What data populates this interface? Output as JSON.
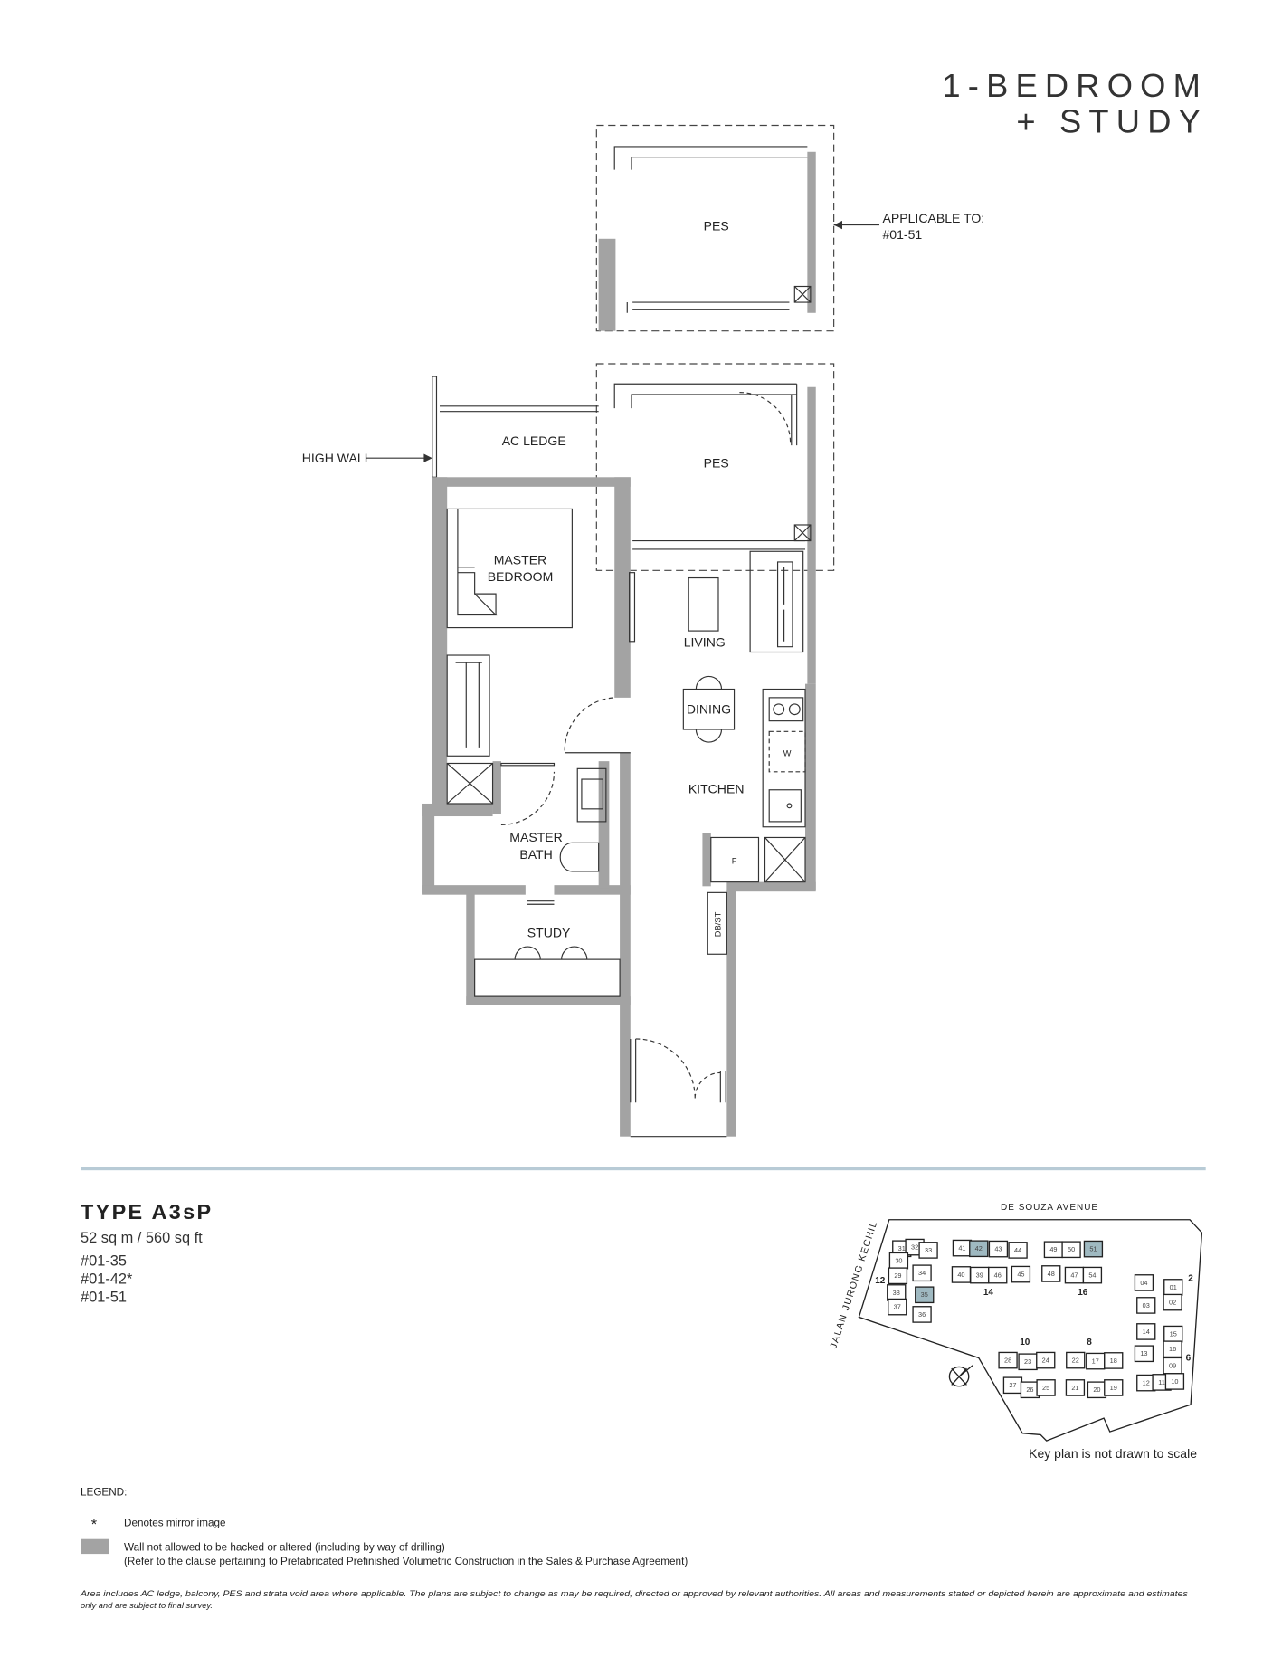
{
  "header": {
    "title_line1": "1-BEDROOM",
    "title_line2": "+ STUDY"
  },
  "plan": {
    "alt_pes_label": "PES",
    "applicable_label": "APPLICABLE TO:",
    "applicable_unit": "#01-51",
    "ac_ledge": "AC LEDGE",
    "high_wall": "HIGH WALL",
    "pes": "PES",
    "master_bedroom_1": "MASTER",
    "master_bedroom_2": "BEDROOM",
    "living": "LIVING",
    "dining": "DINING",
    "kitchen": "KITCHEN",
    "master_bath_1": "MASTER",
    "master_bath_2": "BATH",
    "study": "STUDY",
    "dbst": "DB/ST",
    "washer": "W",
    "fridge": "F"
  },
  "unit_type": {
    "name": "TYPE A3sP",
    "area": "52 sq m / 560 sq ft",
    "units": [
      "#01-35",
      "#01-42*",
      "#01-51"
    ]
  },
  "keyplan": {
    "road_top": "DE SOUZA AVENUE",
    "road_left": "JALAN JURONG KECHIL",
    "note": "Key plan is not drawn to scale",
    "highlight_color": "#9fb9c1",
    "highlighted_units": [
      "35",
      "42",
      "51"
    ],
    "blocks": [
      "12",
      "14",
      "16",
      "2",
      "10",
      "8",
      "6"
    ],
    "units": [
      "31",
      "32",
      "33",
      "30",
      "29",
      "34",
      "38",
      "35",
      "37",
      "36",
      "41",
      "42",
      "43",
      "44",
      "40",
      "39",
      "46",
      "45",
      "49",
      "50",
      "51",
      "48",
      "47",
      "54",
      "04",
      "01",
      "02",
      "03",
      "14",
      "15",
      "16",
      "13",
      "09",
      "12",
      "11",
      "10",
      "28",
      "23",
      "24",
      "22",
      "17",
      "18",
      "27",
      "26",
      "25",
      "21",
      "20",
      "19"
    ]
  },
  "legend": {
    "title": "LEGEND:",
    "star_symbol": "*",
    "star_text": "Denotes mirror image",
    "wall_text_1": "Wall not allowed to be hacked or altered (including by way of drilling)",
    "wall_text_2": "(Refer to the clause pertaining to Prefabricated Prefinished Volumetric Construction in the Sales & Purchase Agreement)",
    "wall_color": "#a3a3a3"
  },
  "footnote": {
    "line1": "Area includes AC ledge, balcony, PES and strata void area where applicable. The plans are subject to change as may be required, directed or approved by relevant authorities. All areas and measurements stated or depicted herein are approximate and estimates",
    "line2": "only and are subject to final survey."
  },
  "divider_color": "#b8cbd6"
}
